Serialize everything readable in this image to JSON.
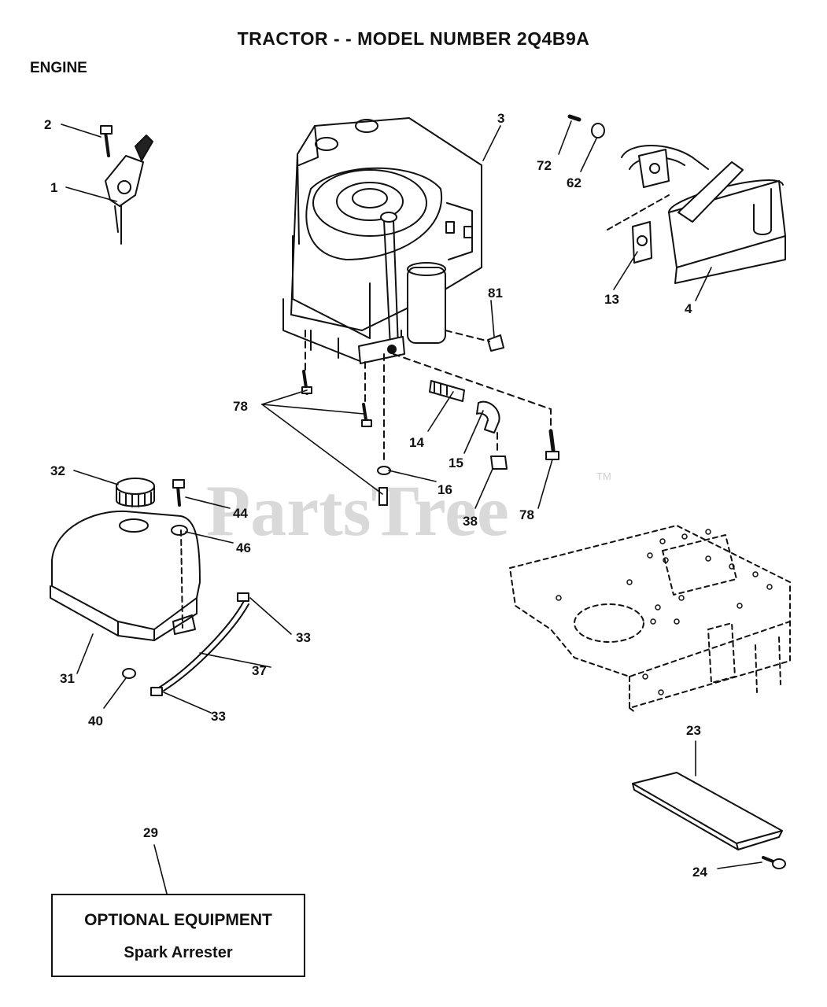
{
  "header": {
    "title": "TRACTOR - - MODEL NUMBER 2Q4B9A",
    "section": "ENGINE"
  },
  "watermark": {
    "text": "PartsTree",
    "tm": "TM"
  },
  "optional_box": {
    "line1": "OPTIONAL EQUIPMENT",
    "line2": "Spark Arrester"
  },
  "callouts": {
    "c1": "1",
    "c2": "2",
    "c3": "3",
    "c4": "4",
    "c13": "13",
    "c14": "14",
    "c15": "15",
    "c16": "16",
    "c23": "23",
    "c24": "24",
    "c29": "29",
    "c31": "31",
    "c32": "32",
    "c33a": "33",
    "c33b": "33",
    "c37": "37",
    "c38": "38",
    "c40": "40",
    "c44": "44",
    "c46": "46",
    "c62": "62",
    "c72": "72",
    "c78a": "78",
    "c78b": "78",
    "c81": "81"
  },
  "colors": {
    "ink": "#111111",
    "watermark": "#d9d9d9"
  }
}
